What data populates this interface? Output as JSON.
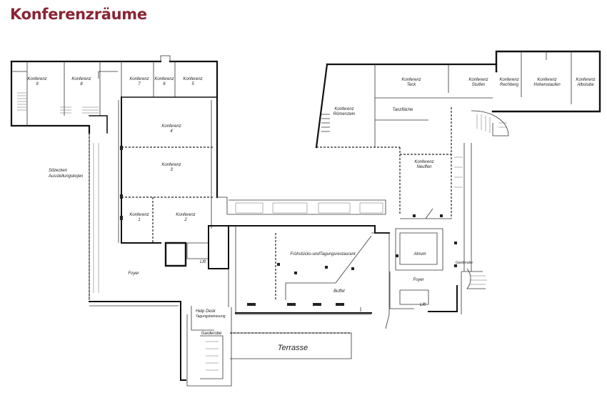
{
  "page": {
    "title": "Konferenzräume",
    "accent_color": "#8a2434"
  },
  "rooms": {
    "konferenz_9": "Konferenz 9",
    "konferenz_8": "Konferenz 8",
    "konferenz_7": "Konferenz 7",
    "konferenz_6": "Konferenz 6",
    "konferenz_5": "Konferenz 5",
    "konferenz_4": "Konferenz 4",
    "konferenz_3": "Konferenz 3",
    "konferenz_2": "Konferenz 2",
    "konferenz_1": "Konferenz 1",
    "teck": "Konferenz Teck",
    "stuifen": "Konferenz Stuifen",
    "rechberg": "Konferenz Rechberg",
    "hohenstaufen": "Konferenz Hohenstaufen",
    "albstube": "Konferenz Albstube",
    "roemerstein": "Konferenz Römerstein",
    "neuffen": "Konferenz Neuffen",
    "tanzflaeche": "Tanzfläche",
    "restaurant": "Frühstücks-undTagungsrestaurant",
    "buffet": "Buffet",
    "atrium": "Atrium",
    "foyer_left": "Foyer",
    "foyer_right": "Foyer",
    "sitzecken_line1": "Sitzecken",
    "sitzecken_line2": "Ausstellungskojen",
    "lift_left": "Lift",
    "lift_right": "Lift",
    "helpdesk_line1": "Help Desk",
    "helpdesk_line2": "Tagungsbetreuung",
    "garderobe_left": "Garderobe",
    "garderobe_right": "Garderobe",
    "terrasse": "Terrasse"
  }
}
